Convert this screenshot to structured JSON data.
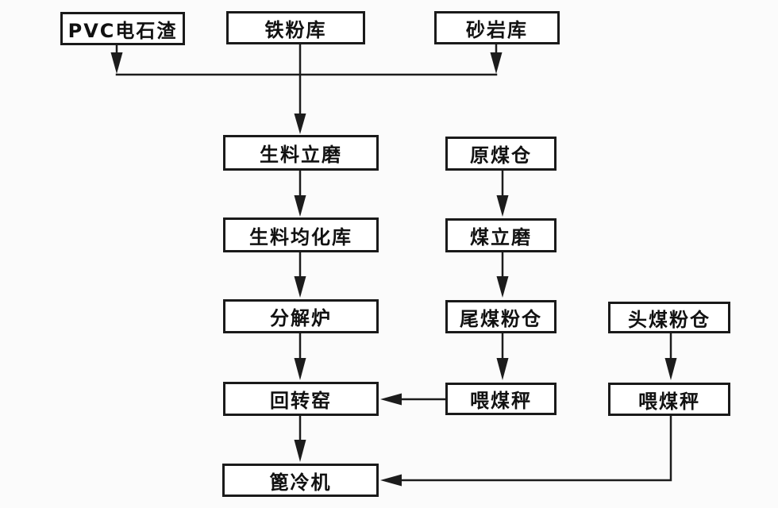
{
  "diagram": {
    "type": "flowchart",
    "language": "zh-CN",
    "colors": {
      "background": "#fbfbfb",
      "box_fill": "#ffffff",
      "box_border": "#1a1a1a",
      "line": "#1c1c1c",
      "text": "#111111"
    },
    "nodes": {
      "pvc_carbide_slag": {
        "label": "PVC电石渣"
      },
      "iron_powder_silo": {
        "label": "铁粉库"
      },
      "sandstone_silo": {
        "label": "砂岩库"
      },
      "raw_meal_mill": {
        "label": "生料立磨"
      },
      "raw_meal_homog_silo": {
        "label": "生料均化库"
      },
      "calciner": {
        "label": "分解炉"
      },
      "rotary_kiln": {
        "label": "回转窑"
      },
      "grate_cooler": {
        "label": "篦冷机"
      },
      "raw_coal_bunker": {
        "label": "原煤仓"
      },
      "coal_mill": {
        "label": "煤立磨"
      },
      "tail_coal_powder_bunker": {
        "label": "尾煤粉仓"
      },
      "tail_coal_feeding_scale": {
        "label": "喂煤秤"
      },
      "head_coal_powder_bunker": {
        "label": "头煤粉仓"
      },
      "head_coal_feeding_scale": {
        "label": "喂煤秤"
      }
    },
    "edges": [
      {
        "from": "pvc_carbide_slag",
        "to": "raw_meal_mill"
      },
      {
        "from": "iron_powder_silo",
        "to": "raw_meal_mill"
      },
      {
        "from": "sandstone_silo",
        "to": "raw_meal_mill"
      },
      {
        "from": "raw_meal_mill",
        "to": "raw_meal_homog_silo"
      },
      {
        "from": "raw_meal_homog_silo",
        "to": "calciner"
      },
      {
        "from": "calciner",
        "to": "rotary_kiln"
      },
      {
        "from": "rotary_kiln",
        "to": "grate_cooler"
      },
      {
        "from": "raw_coal_bunker",
        "to": "coal_mill"
      },
      {
        "from": "coal_mill",
        "to": "tail_coal_powder_bunker"
      },
      {
        "from": "tail_coal_powder_bunker",
        "to": "tail_coal_feeding_scale"
      },
      {
        "from": "tail_coal_feeding_scale",
        "to": "rotary_kiln"
      },
      {
        "from": "head_coal_powder_bunker",
        "to": "head_coal_feeding_scale"
      },
      {
        "from": "head_coal_feeding_scale",
        "to": "grate_cooler"
      }
    ]
  }
}
